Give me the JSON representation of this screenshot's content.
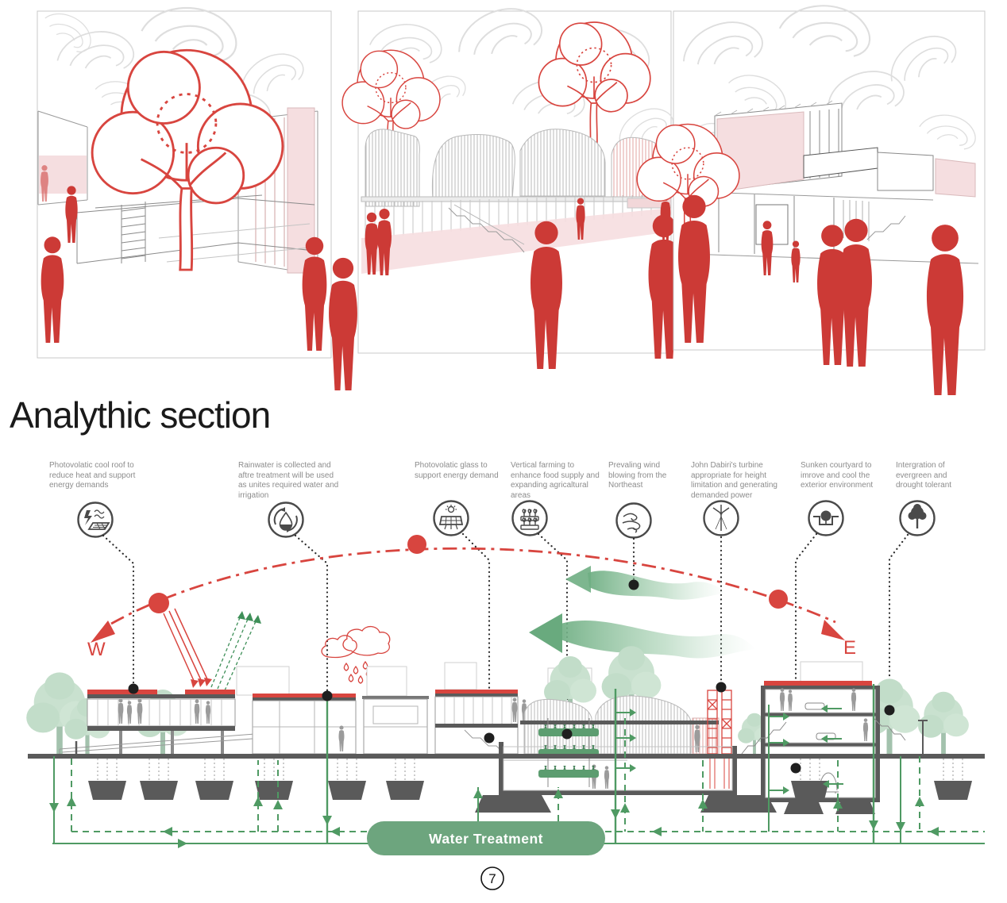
{
  "title": "Analythic section",
  "page_number": "7",
  "compass": {
    "west": "W",
    "east": "E"
  },
  "water_treatment": {
    "label": "Water Treatment"
  },
  "annotations": [
    {
      "text": "Photovolatic cool roof to reduce heat and support energy demands",
      "icon": "solar-roof-icon"
    },
    {
      "text": "Rainwater is collected and aftre treatment will be used as unites required water and irrigation",
      "icon": "water-recycle-icon"
    },
    {
      "text": "Photovolatic glass to support energy demand",
      "icon": "solar-panel-icon"
    },
    {
      "text": "Vertical farming to enhance food supply and expanding agricaltural areas",
      "icon": "vertical-farm-icon"
    },
    {
      "text": "Prevaling wind blowing from the Northeast",
      "icon": "wind-icon"
    },
    {
      "text": "John Dabiri's turbine appropriate for height limitation and generating demanded power",
      "icon": "wind-turbine-icon"
    },
    {
      "text": "Sunken courtyard to imrove and cool the exterior environment",
      "icon": "sunken-courtyard-icon"
    },
    {
      "text": "Intergration of evergreen and drought tolerant",
      "icon": "evergreen-tree-icon"
    }
  ],
  "colors": {
    "accent_red": "#d8453f",
    "pink_fill": "#f6dee0",
    "pipe_green": "#4f9a63",
    "pill_green": "#6da57e",
    "tree_green": "#c9e1cf",
    "annotation_gray": "#8c8c8c",
    "ink": "#1a1a1a"
  }
}
